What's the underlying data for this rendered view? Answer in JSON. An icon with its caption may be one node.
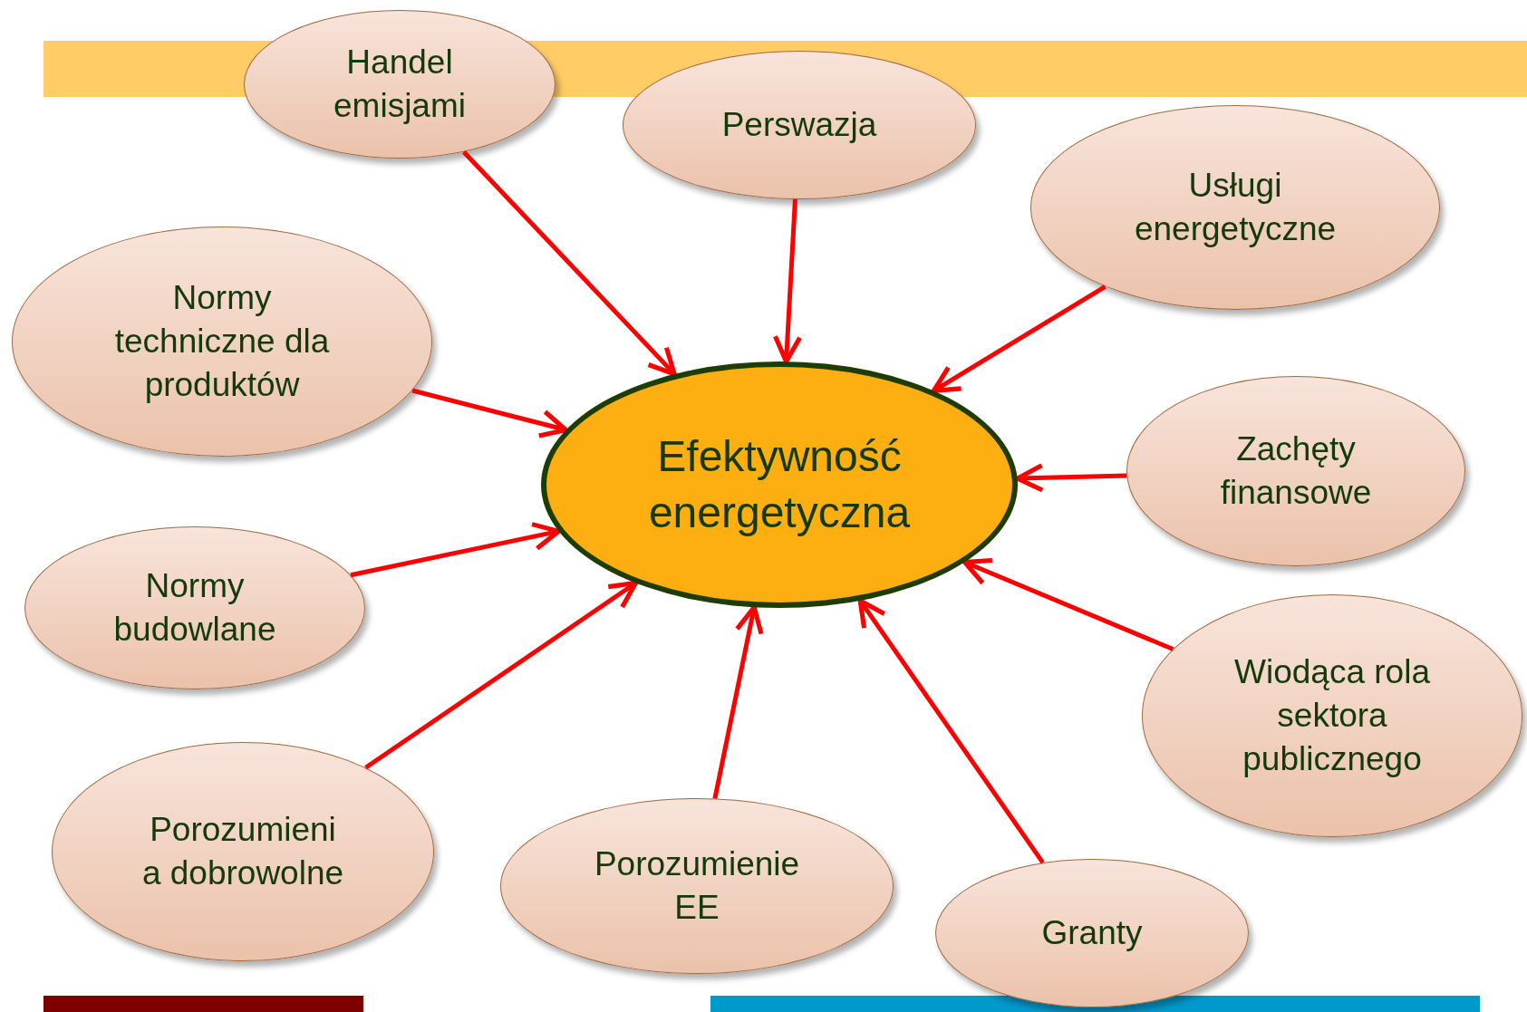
{
  "diagram": {
    "nodes": [
      {
        "text": [
          "Efektywność energetyczna"
        ]
      },
      {
        "text": [
          "Handel emisjami"
        ]
      },
      {
        "text": [
          "Perswazja"
        ]
      },
      {
        "text": [
          "Usługi energetyczne"
        ]
      },
      {
        "text": [
          "Normy techniczne dla produktów"
        ]
      },
      {
        "text": [
          "Zachęty finansowe"
        ]
      },
      {
        "text": [
          "Normy budowlane"
        ]
      },
      {
        "text": [
          "Wiodąca rola sektora publicznego"
        ]
      },
      {
        "text": [
          "Porozumieni a dobrowolne"
        ]
      },
      {
        "text": [
          "Porozumienie EE"
        ]
      },
      {
        "text": [
          "Granty"
        ]
      }
    ],
    "edges": [
      {
        "from": 1,
        "to": 0,
        "arrow": "to"
      },
      {
        "from": 2,
        "to": 0,
        "arrow": "to"
      },
      {
        "from": 3,
        "to": 0,
        "arrow": "to"
      },
      {
        "from": 4,
        "to": 0,
        "arrow": "to"
      },
      {
        "from": 5,
        "to": 0,
        "arrow": "to"
      },
      {
        "from": 6,
        "to": 0,
        "arrow": "to"
      },
      {
        "from": 7,
        "to": 0,
        "arrow": "to"
      },
      {
        "from": 8,
        "to": 0,
        "arrow": "to"
      },
      {
        "from": 9,
        "to": 0,
        "arrow": "to"
      },
      {
        "from": 10,
        "to": 0,
        "arrow": "to"
      }
    ]
  }
}
